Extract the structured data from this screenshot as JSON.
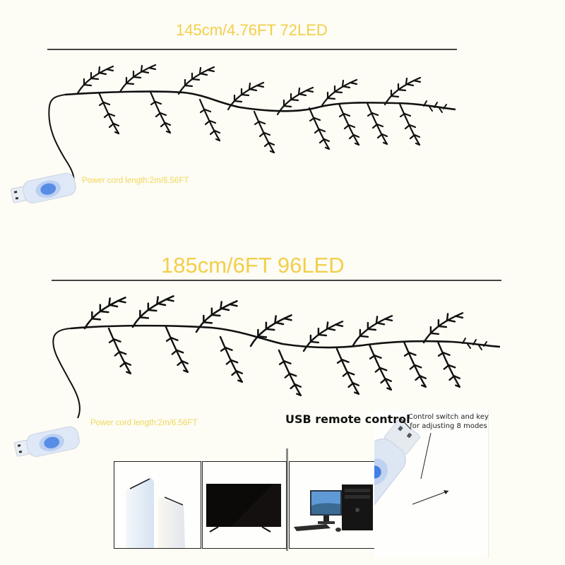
{
  "product_variants": [
    {
      "title": "145cm/4.76FT 72LED",
      "length_cm": 145,
      "length_ft": 4.76,
      "led_count": 72,
      "power_cord_label": "Power cord length:2m/6.56FT"
    },
    {
      "title": "185cm/6FT 96LED",
      "length_cm": 185,
      "length_ft": 6,
      "led_count": 96,
      "power_cord_label": "Power cord length:2m/6.56FT"
    }
  ],
  "usb_remote": {
    "title": "USB remote control",
    "note_line1": "Control switch and key",
    "note_line2": "for adjusting 8 modes"
  },
  "compatible_devices": [
    {
      "name": "power-bank",
      "icon": "power-bank-icon"
    },
    {
      "name": "television",
      "icon": "tv-icon"
    },
    {
      "name": "desktop-computer",
      "icon": "desktop-computer-icon"
    }
  ],
  "colors": {
    "background": "#fdfcf5",
    "title_yellow": "#f2cf4a",
    "cord_label_yellow": "#f0d85a",
    "branch": "#111111",
    "usb_blue": "#2a6fe0"
  }
}
